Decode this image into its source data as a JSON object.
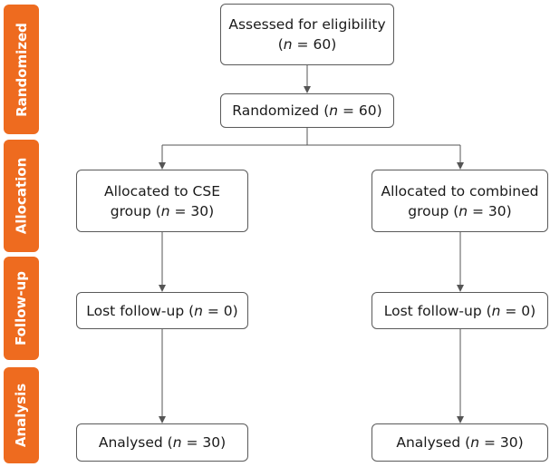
{
  "stages": {
    "randomized": "Randomized",
    "allocation": "Allocation",
    "followup": "Follow-up",
    "analysis": "Analysis"
  },
  "boxes": {
    "assessed": {
      "line1": "Assessed for eligibility",
      "pre": "(",
      "n": "n",
      "post": " = 60)"
    },
    "randomized": {
      "pre": "Randomized (",
      "n": "n",
      "post": " = 60)"
    },
    "alloc_cse": {
      "line1": "Allocated to CSE",
      "pre": "group (",
      "n": "n",
      "post": " = 30)"
    },
    "alloc_combined": {
      "line1": "Allocated to combined",
      "pre": "group (",
      "n": "n",
      "post": " = 30)"
    },
    "lost_cse": {
      "pre": "Lost follow-up (",
      "n": "n",
      "post": " = 0)"
    },
    "lost_combined": {
      "pre": "Lost follow-up (",
      "n": "n",
      "post": " = 0)"
    },
    "analysed_cse": {
      "pre": "Analysed (",
      "n": "n",
      "post": " = 30)"
    },
    "analysed_combined": {
      "pre": "Analysed (",
      "n": "n",
      "post": " = 30)"
    }
  },
  "colors": {
    "tab": "#ee6b1f",
    "line": "#555555",
    "border": "#5a5a5a"
  }
}
